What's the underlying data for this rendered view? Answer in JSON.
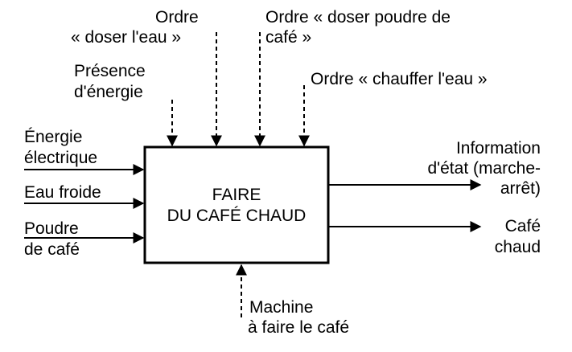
{
  "function_box": {
    "title_line1": "FAIRE",
    "title_line2": "DU CAFÉ CHAUD"
  },
  "controls": {
    "doser_eau_line1": "Ordre",
    "doser_eau_line2": "« doser l'eau »",
    "doser_poudre_line1": "Ordre « doser poudre de",
    "doser_poudre_line2": "café »",
    "energie_line1": "Présence",
    "energie_line2": "d'énergie",
    "chauffer": "Ordre « chauffer l'eau »"
  },
  "inputs": {
    "energie_line1": "Énergie",
    "energie_line2": "électrique",
    "eau": "Eau froide",
    "poudre_line1": "Poudre",
    "poudre_line2": "de café"
  },
  "outputs": {
    "info_line1": "Information",
    "info_line2": "d'état (marche-",
    "info_line3": "arrêt)",
    "cafe_line1": "Café",
    "cafe_line2": "chaud"
  },
  "support": {
    "line1": "Machine",
    "line2": "à faire le café"
  },
  "colors": {
    "ink": "#000000",
    "background": "#ffffff"
  }
}
